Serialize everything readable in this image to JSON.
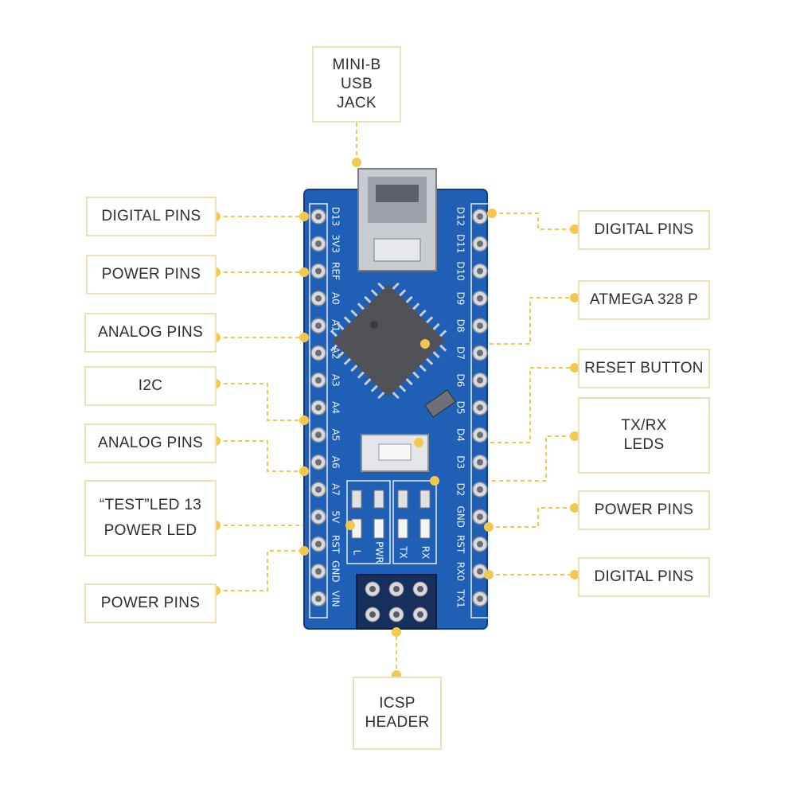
{
  "colors": {
    "pcb": "#1f5fb5",
    "pcb_edge": "#123f80",
    "accent": "#f2c94c",
    "label_border": "#efe0b4",
    "label_text": "#2e2e2e",
    "chip": "#505257",
    "pad": "#d8dade",
    "led": "#e0e0e0"
  },
  "labels": {
    "usb": [
      "MINI-B",
      "USB",
      "JACK"
    ],
    "left_digital": [
      "DIGITAL PINS"
    ],
    "left_power_top": [
      "POWER PINS"
    ],
    "left_analog_top": [
      "ANALOG PINS"
    ],
    "i2c": [
      "I2C"
    ],
    "left_analog_bottom": [
      "ANALOG PINS"
    ],
    "leds": [
      "“TEST”LED 13",
      "POWER LED"
    ],
    "left_power_bottom": [
      "POWER PINS"
    ],
    "right_digital_top": [
      "DIGITAL PINS"
    ],
    "atmega": [
      "ATMEGA 328 P"
    ],
    "reset": [
      "RESET BUTTON"
    ],
    "txrx": [
      "TX/RX",
      "LEDS"
    ],
    "right_power": [
      "POWER PINS"
    ],
    "right_digital_bottom": [
      "DIGITAL PINS"
    ],
    "icsp": [
      "ICSP",
      "HEADER"
    ]
  },
  "silkscreen": {
    "left_pins": [
      "D13",
      "3V3",
      "REF",
      "A0",
      "A1",
      "A2",
      "A3",
      "A4",
      "A5",
      "A6",
      "A7",
      "5V",
      "RST",
      "GND",
      "VIN"
    ],
    "right_pins": [
      "D12",
      "D11",
      "D10",
      "D9",
      "D8",
      "D7",
      "D6",
      "D5",
      "D4",
      "D3",
      "D2",
      "GND",
      "RST",
      "RX0",
      "TX1"
    ],
    "led_labels": [
      "L",
      "PWR",
      "TX",
      "RX"
    ]
  }
}
